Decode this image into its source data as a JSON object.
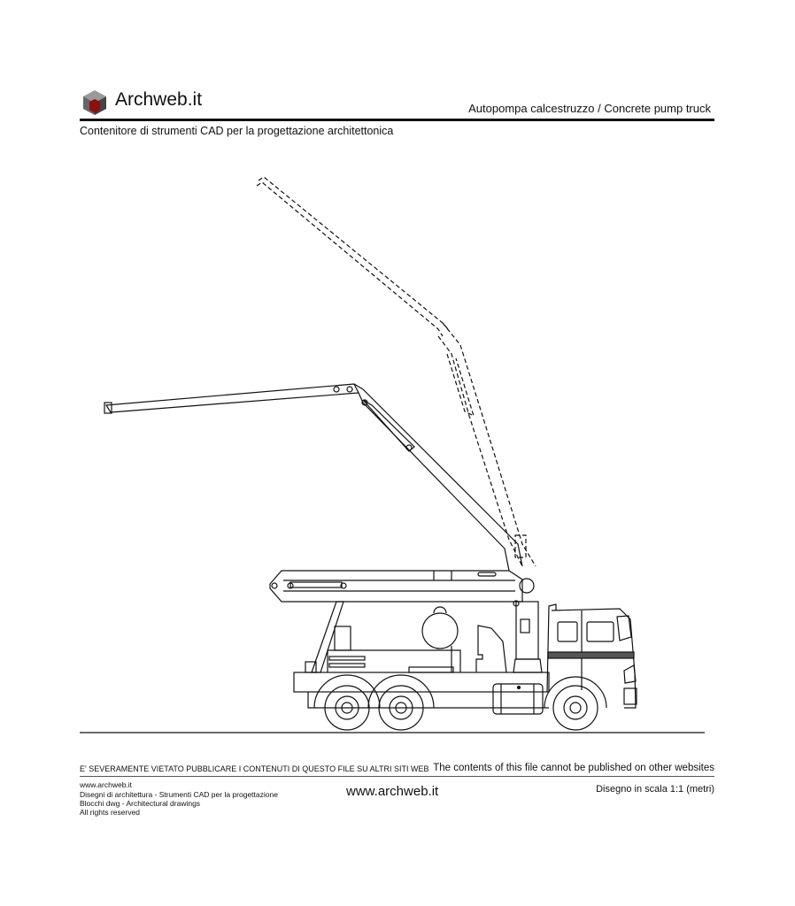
{
  "header": {
    "brand": "Archweb.it",
    "title": "Autopompa calcestruzzo  /  Concrete pump truck",
    "subtitle": "Contenitore di strumenti CAD per la progettazione architettonica"
  },
  "footer": {
    "warning_it": "E' SEVERAMENTE VIETATO PUBBLICARE I CONTENUTI DI QUESTO FILE SU ALTRI SITI WEB",
    "warning_en": "The contents of this file cannot be published on other websites",
    "lines": [
      "www.archweb.it",
      "Disegni di architettura - Strumenti CAD  per la progettazione",
      "Blocchi dwg - Architectural drawings",
      "All rights reserved"
    ],
    "center_url": "www.archweb.it",
    "scale": "Disegno in scala 1:1 (metri)"
  },
  "colors": {
    "logo_red": "#8b1010",
    "logo_grey": "#777777",
    "ink": "#111111"
  }
}
